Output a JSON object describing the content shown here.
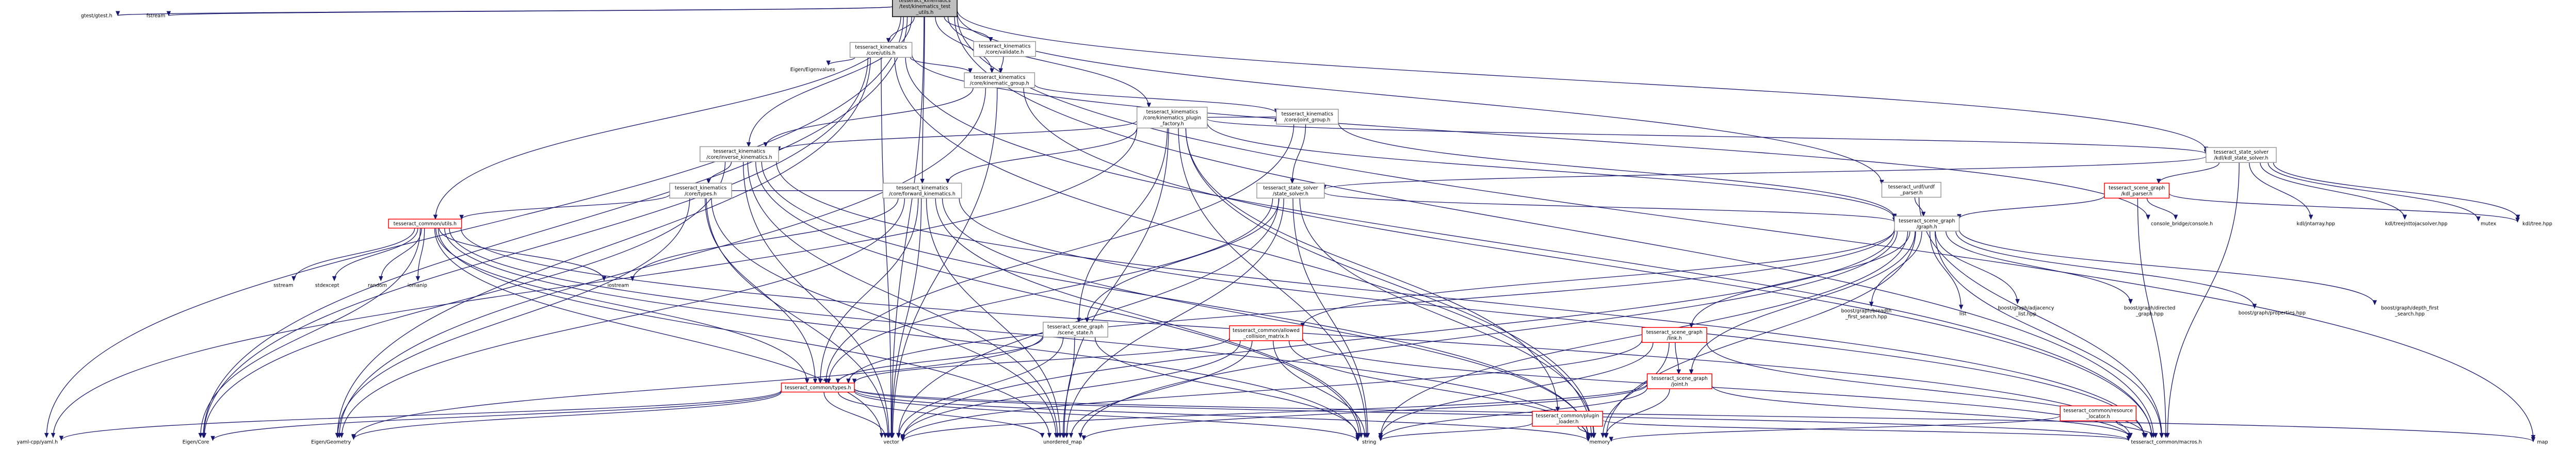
{
  "graph": {
    "nodes": [
      {
        "id": "root",
        "lines": [
          "tesseract_kinematics",
          "/test/kinematics_test",
          "_utils.h"
        ],
        "kind": "root"
      },
      {
        "id": "gtest",
        "lines": [
          "gtest/gtest.h"
        ],
        "kind": "plain"
      },
      {
        "id": "fstream",
        "lines": [
          "fstream"
        ],
        "kind": "plain"
      },
      {
        "id": "utils",
        "lines": [
          "tesseract_kinematics",
          "/core/utils.h"
        ],
        "kind": "normal"
      },
      {
        "id": "validate",
        "lines": [
          "tesseract_kinematics",
          "/core/validate.h"
        ],
        "kind": "normal"
      },
      {
        "id": "eigenvalues",
        "lines": [
          "Eigen/Eigenvalues"
        ],
        "kind": "plain"
      },
      {
        "id": "kingroup",
        "lines": [
          "tesseract_kinematics",
          "/core/kinematic_group.h"
        ],
        "kind": "normal"
      },
      {
        "id": "plugin",
        "lines": [
          "tesseract_kinematics",
          "/core/kinematics_plugin",
          "_factory.h"
        ],
        "kind": "normal"
      },
      {
        "id": "jointgroup",
        "lines": [
          "tesseract_kinematics",
          "/core/joint_group.h"
        ],
        "kind": "normal"
      },
      {
        "id": "invkin",
        "lines": [
          "tesseract_kinematics",
          "/core/inverse_kinematics.h"
        ],
        "kind": "normal"
      },
      {
        "id": "types_k",
        "lines": [
          "tesseract_kinematics",
          "/core/types.h"
        ],
        "kind": "normal"
      },
      {
        "id": "fwdkin",
        "lines": [
          "tesseract_kinematics",
          "/core/forward_kinematics.h"
        ],
        "kind": "normal"
      },
      {
        "id": "statesolver",
        "lines": [
          "tesseract_state_solver",
          "/state_solver.h"
        ],
        "kind": "normal"
      },
      {
        "id": "urdf",
        "lines": [
          "tesseract_urdf/urdf",
          "_parser.h"
        ],
        "kind": "normal"
      },
      {
        "id": "kdl",
        "lines": [
          "tesseract_state_solver",
          "/kdl/kdl_state_solver.h"
        ],
        "kind": "normal"
      },
      {
        "id": "kdlparser",
        "lines": [
          "tesseract_scene_graph",
          "/kdl_parser.h"
        ],
        "kind": "red"
      },
      {
        "id": "kdljnt",
        "lines": [
          "kdl/jntarray.hpp"
        ],
        "kind": "plain"
      },
      {
        "id": "kdltreejnt",
        "lines": [
          "kdl/treejnttojacsolver.hpp"
        ],
        "kind": "plain"
      },
      {
        "id": "mutex",
        "lines": [
          "mutex"
        ],
        "kind": "plain"
      },
      {
        "id": "kdltree",
        "lines": [
          "kdl/tree.hpp"
        ],
        "kind": "plain"
      },
      {
        "id": "consolebridge",
        "lines": [
          "console_bridge/console.h"
        ],
        "kind": "plain"
      },
      {
        "id": "graph",
        "lines": [
          "tesseract_scene_graph",
          "/graph.h"
        ],
        "kind": "normal"
      },
      {
        "id": "cutils",
        "lines": [
          "tesseract_common/utils.h"
        ],
        "kind": "red"
      },
      {
        "id": "sstream",
        "lines": [
          "sstream"
        ],
        "kind": "plain"
      },
      {
        "id": "stdexcept",
        "lines": [
          "stdexcept"
        ],
        "kind": "plain"
      },
      {
        "id": "random",
        "lines": [
          "random"
        ],
        "kind": "plain"
      },
      {
        "id": "iomanip",
        "lines": [
          "iomanip"
        ],
        "kind": "plain"
      },
      {
        "id": "iostream",
        "lines": [
          "iostream"
        ],
        "kind": "plain"
      },
      {
        "id": "sceneState",
        "lines": [
          "tesseract_scene_graph",
          "/scene_state.h"
        ],
        "kind": "normal"
      },
      {
        "id": "acm",
        "lines": [
          "tesseract_common/allowed",
          "_collision_matrix.h"
        ],
        "kind": "red"
      },
      {
        "id": "ctypes",
        "lines": [
          "tesseract_common/types.h"
        ],
        "kind": "red"
      },
      {
        "id": "link",
        "lines": [
          "tesseract_scene_graph",
          "/link.h"
        ],
        "kind": "red"
      },
      {
        "id": "joint",
        "lines": [
          "tesseract_scene_graph",
          "/joint.h"
        ],
        "kind": "red"
      },
      {
        "id": "pluginloader",
        "lines": [
          "tesseract_common/plugin",
          "_loader.h"
        ],
        "kind": "red"
      },
      {
        "id": "resloc",
        "lines": [
          "tesseract_common/resource",
          "_locator.h"
        ],
        "kind": "red"
      },
      {
        "id": "bfs",
        "lines": [
          "boost/graph/breadth",
          "_first_search.hpp"
        ],
        "kind": "plain"
      },
      {
        "id": "list",
        "lines": [
          "list"
        ],
        "kind": "plain"
      },
      {
        "id": "adjlist",
        "lines": [
          "boost/graph/adjacency",
          "_list.hpp"
        ],
        "kind": "plain"
      },
      {
        "id": "directed",
        "lines": [
          "boost/graph/directed",
          "_graph.hpp"
        ],
        "kind": "plain"
      },
      {
        "id": "props",
        "lines": [
          "boost/graph/properties.hpp"
        ],
        "kind": "plain"
      },
      {
        "id": "dfs",
        "lines": [
          "boost/graph/depth_first",
          "_search.hpp"
        ],
        "kind": "plain"
      },
      {
        "id": "yaml",
        "lines": [
          "yaml-cpp/yaml.h"
        ],
        "kind": "plain"
      },
      {
        "id": "eigencore",
        "lines": [
          "Eigen/Core"
        ],
        "kind": "plain"
      },
      {
        "id": "eigengeo",
        "lines": [
          "Eigen/Geometry"
        ],
        "kind": "plain"
      },
      {
        "id": "vector",
        "lines": [
          "vector"
        ],
        "kind": "plain"
      },
      {
        "id": "umap",
        "lines": [
          "unordered_map"
        ],
        "kind": "plain"
      },
      {
        "id": "string",
        "lines": [
          "string"
        ],
        "kind": "plain"
      },
      {
        "id": "memory",
        "lines": [
          "memory"
        ],
        "kind": "plain"
      },
      {
        "id": "macros",
        "lines": [
          "tesseract_common/macros.h"
        ],
        "kind": "plain"
      },
      {
        "id": "map",
        "lines": [
          "map"
        ],
        "kind": "plain"
      }
    ],
    "edges": [
      [
        "root",
        "gtest"
      ],
      [
        "root",
        "fstream"
      ],
      [
        "root",
        "utils"
      ],
      [
        "root",
        "validate"
      ],
      [
        "root",
        "kingroup"
      ],
      [
        "root",
        "plugin"
      ],
      [
        "root",
        "invkin"
      ],
      [
        "root",
        "fwdkin"
      ],
      [
        "root",
        "urdf"
      ],
      [
        "root",
        "kdl"
      ],
      [
        "root",
        "cutils"
      ],
      [
        "root",
        "yaml"
      ],
      [
        "root",
        "vector"
      ],
      [
        "root",
        "macros"
      ],
      [
        "root",
        "map"
      ],
      [
        "root",
        "eigencore"
      ],
      [
        "utils",
        "eigenvalues"
      ],
      [
        "utils",
        "kingroup"
      ],
      [
        "utils",
        "eigencore"
      ],
      [
        "utils",
        "eigengeo"
      ],
      [
        "utils",
        "vector"
      ],
      [
        "utils",
        "memory"
      ],
      [
        "utils",
        "macros"
      ],
      [
        "utils",
        "consolebridge"
      ],
      [
        "validate",
        "kingroup"
      ],
      [
        "kingroup",
        "jointgroup"
      ],
      [
        "kingroup",
        "invkin"
      ],
      [
        "kingroup",
        "eigengeo"
      ],
      [
        "kingroup",
        "vector"
      ],
      [
        "kingroup",
        "macros"
      ],
      [
        "plugin",
        "invkin"
      ],
      [
        "plugin",
        "fwdkin"
      ],
      [
        "plugin",
        "jointgroup"
      ],
      [
        "plugin",
        "sceneState"
      ],
      [
        "plugin",
        "graph"
      ],
      [
        "plugin",
        "pluginloader"
      ],
      [
        "plugin",
        "yaml"
      ],
      [
        "plugin",
        "memory"
      ],
      [
        "plugin",
        "string"
      ],
      [
        "plugin",
        "umap"
      ],
      [
        "plugin",
        "kdl"
      ],
      [
        "jointgroup",
        "ctypes"
      ],
      [
        "jointgroup",
        "statesolver"
      ],
      [
        "jointgroup",
        "graph"
      ],
      [
        "invkin",
        "types_k"
      ],
      [
        "invkin",
        "eigencore"
      ],
      [
        "invkin",
        "vector"
      ],
      [
        "invkin",
        "memory"
      ],
      [
        "invkin",
        "macros"
      ],
      [
        "invkin",
        "string"
      ],
      [
        "invkin",
        "umap"
      ],
      [
        "types_k",
        "cutils"
      ],
      [
        "types_k",
        "ctypes"
      ],
      [
        "types_k",
        "vector"
      ],
      [
        "types_k",
        "umap"
      ],
      [
        "types_k",
        "eigengeo"
      ],
      [
        "fwdkin",
        "types_k"
      ],
      [
        "fwdkin",
        "ctypes"
      ],
      [
        "fwdkin",
        "eigengeo"
      ],
      [
        "fwdkin",
        "vector"
      ],
      [
        "fwdkin",
        "string"
      ],
      [
        "fwdkin",
        "memory"
      ],
      [
        "fwdkin",
        "umap"
      ],
      [
        "fwdkin",
        "macros"
      ],
      [
        "fwdkin",
        "iostream"
      ],
      [
        "statesolver",
        "sceneState"
      ],
      [
        "statesolver",
        "graph"
      ],
      [
        "statesolver",
        "ctypes"
      ],
      [
        "statesolver",
        "vector"
      ],
      [
        "statesolver",
        "string"
      ],
      [
        "statesolver",
        "memory"
      ],
      [
        "statesolver",
        "umap"
      ],
      [
        "urdf",
        "graph"
      ],
      [
        "urdf",
        "macros"
      ],
      [
        "kdl",
        "kdlparser"
      ],
      [
        "kdl",
        "kdljnt"
      ],
      [
        "kdl",
        "kdltreejnt"
      ],
      [
        "kdl",
        "mutex"
      ],
      [
        "kdl",
        "kdltree"
      ],
      [
        "kdl",
        "statesolver"
      ],
      [
        "kdl",
        "macros"
      ],
      [
        "kdlparser",
        "graph"
      ],
      [
        "kdlparser",
        "kdltree"
      ],
      [
        "kdlparser",
        "consolebridge"
      ],
      [
        "kdlparser",
        "macros"
      ],
      [
        "graph",
        "bfs"
      ],
      [
        "graph",
        "list"
      ],
      [
        "graph",
        "adjlist"
      ],
      [
        "graph",
        "directed"
      ],
      [
        "graph",
        "props"
      ],
      [
        "graph",
        "dfs"
      ],
      [
        "graph",
        "link"
      ],
      [
        "graph",
        "joint"
      ],
      [
        "graph",
        "acm"
      ],
      [
        "graph",
        "string"
      ],
      [
        "graph",
        "memory"
      ],
      [
        "graph",
        "macros"
      ],
      [
        "graph",
        "umap"
      ],
      [
        "graph",
        "vector"
      ],
      [
        "graph",
        "ctypes"
      ],
      [
        "cutils",
        "sstream"
      ],
      [
        "cutils",
        "stdexcept"
      ],
      [
        "cutils",
        "random"
      ],
      [
        "cutils",
        "iomanip"
      ],
      [
        "cutils",
        "iostream"
      ],
      [
        "cutils",
        "eigencore"
      ],
      [
        "cutils",
        "ctypes"
      ],
      [
        "cutils",
        "vector"
      ],
      [
        "cutils",
        "string"
      ],
      [
        "cutils",
        "memory"
      ],
      [
        "cutils",
        "macros"
      ],
      [
        "cutils",
        "umap"
      ],
      [
        "sceneState",
        "ctypes"
      ],
      [
        "sceneState",
        "eigengeo"
      ],
      [
        "sceneState",
        "umap"
      ],
      [
        "sceneState",
        "string"
      ],
      [
        "sceneState",
        "vector"
      ],
      [
        "acm",
        "ctypes"
      ],
      [
        "acm",
        "vector"
      ],
      [
        "acm",
        "string"
      ],
      [
        "acm",
        "memory"
      ],
      [
        "acm",
        "umap"
      ],
      [
        "acm",
        "macros"
      ],
      [
        "ctypes",
        "yaml"
      ],
      [
        "ctypes",
        "eigencore"
      ],
      [
        "ctypes",
        "eigengeo"
      ],
      [
        "ctypes",
        "vector"
      ],
      [
        "ctypes",
        "string"
      ],
      [
        "ctypes",
        "memory"
      ],
      [
        "ctypes",
        "umap"
      ],
      [
        "ctypes",
        "macros"
      ],
      [
        "ctypes",
        "map"
      ],
      [
        "link",
        "joint"
      ],
      [
        "link",
        "vector"
      ],
      [
        "link",
        "string"
      ],
      [
        "link",
        "memory"
      ],
      [
        "link",
        "macros"
      ],
      [
        "joint",
        "vector"
      ],
      [
        "joint",
        "string"
      ],
      [
        "joint",
        "memory"
      ],
      [
        "joint",
        "umap"
      ],
      [
        "joint",
        "macros"
      ],
      [
        "pluginloader",
        "string"
      ],
      [
        "pluginloader",
        "memory"
      ],
      [
        "pluginloader",
        "macros"
      ],
      [
        "resloc",
        "memory"
      ],
      [
        "resloc",
        "macros"
      ]
    ]
  }
}
